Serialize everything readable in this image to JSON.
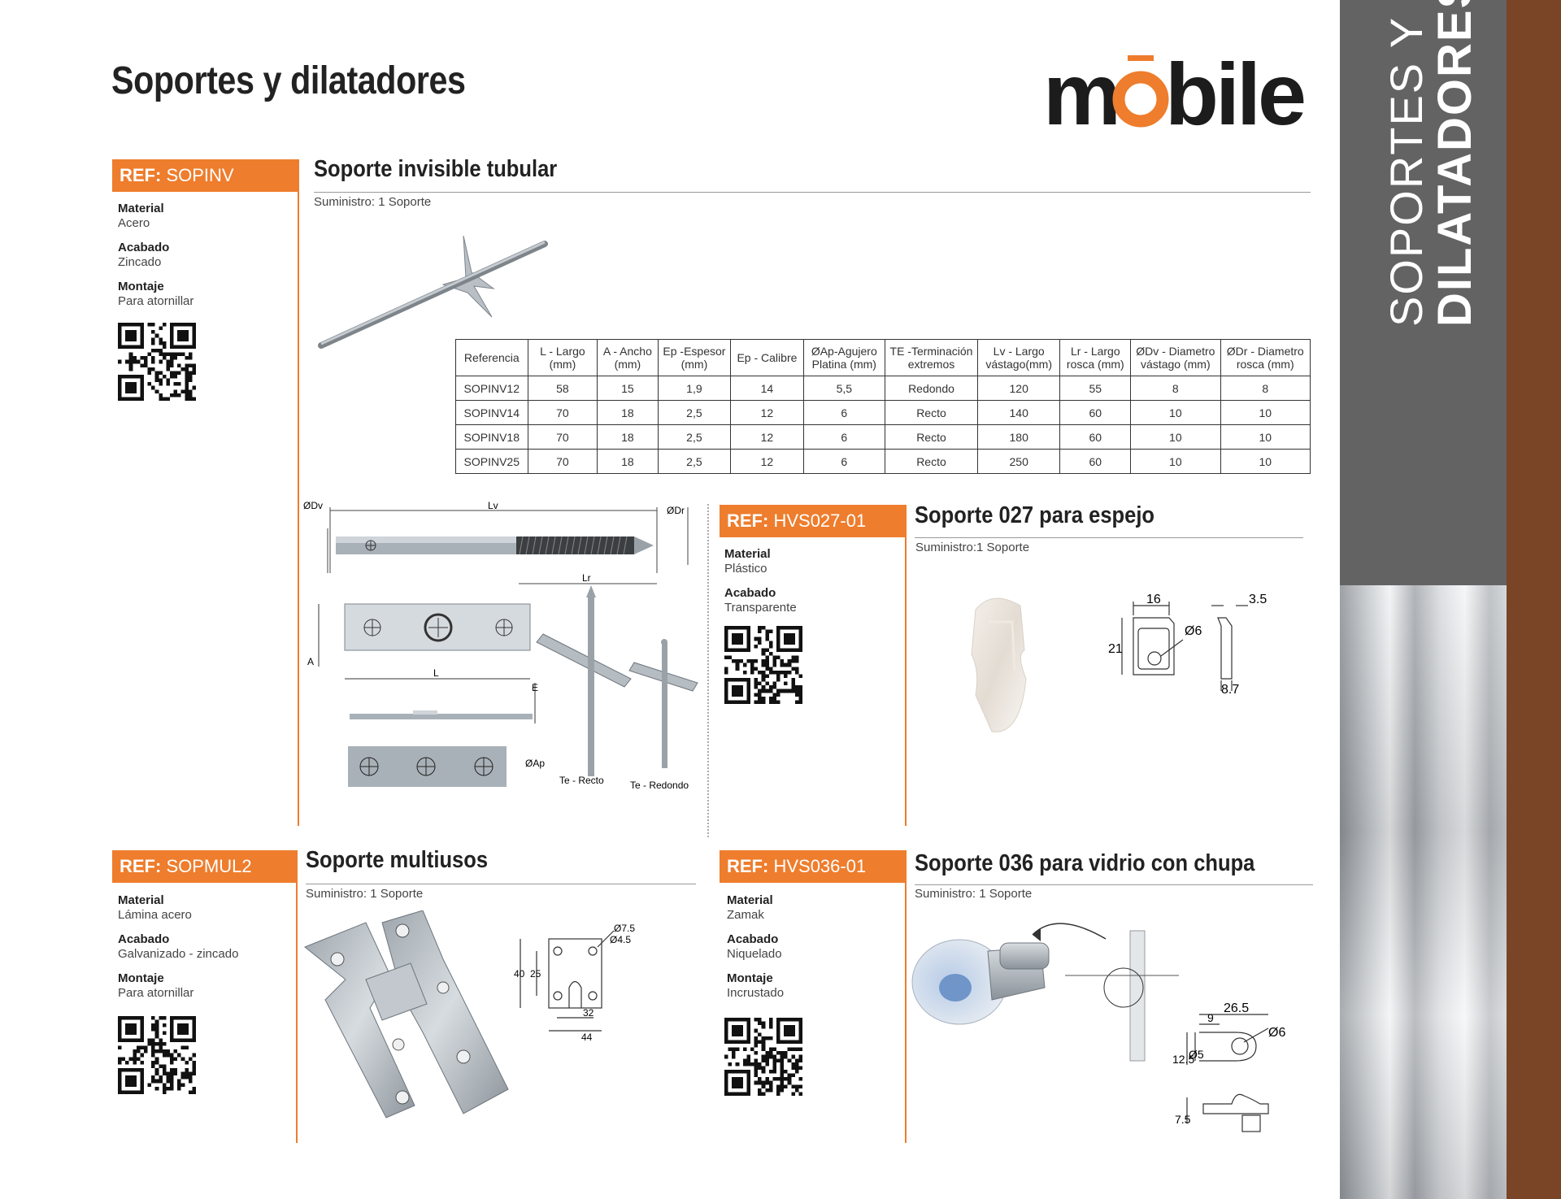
{
  "page": {
    "title": "Soportes y dilatadores",
    "brand": "mobile",
    "side_label_line1": "SOPORTES Y",
    "side_label_line2": "DILATADORES"
  },
  "products": [
    {
      "ref_label": "REF:",
      "ref": "SOPINV",
      "title": "Soporte invisible tubular",
      "supply": "Suministro: 1 Soporte",
      "specs": [
        {
          "key": "Material",
          "value": "Acero"
        },
        {
          "key": "Acabado",
          "value": "Zincado"
        },
        {
          "key": "Montaje",
          "value": "Para atornillar"
        }
      ]
    },
    {
      "ref_label": "REF:",
      "ref": "HVS027-01",
      "title": "Soporte 027 para espejo",
      "supply": "Suministro:1 Soporte",
      "specs": [
        {
          "key": "Material",
          "value": "Plástico"
        },
        {
          "key": "Acabado",
          "value": "Transparente"
        }
      ]
    },
    {
      "ref_label": "REF:",
      "ref": "SOPMUL2",
      "title": "Soporte multiusos",
      "supply": "Suministro: 1 Soporte",
      "specs": [
        {
          "key": "Material",
          "value": "Lámina  acero"
        },
        {
          "key": "Acabado",
          "value": "Galvanizado - zincado"
        },
        {
          "key": "Montaje",
          "value": "Para atornillar"
        }
      ]
    },
    {
      "ref_label": "REF:",
      "ref": "HVS036-01",
      "title": "Soporte 036 para vidrio con chupa",
      "supply": "Suministro: 1 Soporte",
      "specs": [
        {
          "key": "Material",
          "value": "Zamak"
        },
        {
          "key": "Acabado",
          "value": "Niquelado"
        },
        {
          "key": "Montaje",
          "value": "Incrustado"
        }
      ]
    }
  ],
  "table": {
    "headers": [
      [
        "Referencia",
        ""
      ],
      [
        "L - Largo",
        "(mm)"
      ],
      [
        "A - Ancho",
        "(mm)"
      ],
      [
        "Ep -Espesor",
        "(mm)"
      ],
      [
        "Ep - Calibre",
        ""
      ],
      [
        "ØAp-Agujero",
        "Platina (mm)"
      ],
      [
        "TE -Terminación",
        "extremos"
      ],
      [
        "Lv - Largo",
        "vástago(mm)"
      ],
      [
        "Lr - Largo",
        "rosca (mm)"
      ],
      [
        "ØDv - Diametro",
        "vástago (mm)"
      ],
      [
        "ØDr - Diametro",
        "rosca (mm)"
      ]
    ],
    "rows": [
      [
        "SOPINV12",
        "58",
        "15",
        "1,9",
        "14",
        "5,5",
        "Redondo",
        "120",
        "55",
        "8",
        "8"
      ],
      [
        "SOPINV14",
        "70",
        "18",
        "2,5",
        "12",
        "6",
        "Recto",
        "140",
        "60",
        "10",
        "10"
      ],
      [
        "SOPINV18",
        "70",
        "18",
        "2,5",
        "12",
        "6",
        "Recto",
        "180",
        "60",
        "10",
        "10"
      ],
      [
        "SOPINV25",
        "70",
        "18",
        "2,5",
        "12",
        "6",
        "Recto",
        "250",
        "60",
        "10",
        "10"
      ]
    ]
  },
  "drawings": {
    "sopinv": {
      "dv": "ØDv",
      "lv": "Lv",
      "dr": "ØDr",
      "lr": "Lr",
      "a": "A",
      "l": "L",
      "e": "E",
      "ap": "ØAp",
      "te_recto": "Te - Recto",
      "te_redondo": "Te - Redondo"
    },
    "hvs027": {
      "d16": "16",
      "d35": "3.5",
      "d21": "21",
      "d6": "Ø6",
      "d87": "8.7"
    },
    "sopmul2": {
      "d75": "Ø7.5",
      "d45": "Ø4.5",
      "d40": "40",
      "d25": "25",
      "d32": "32",
      "d44": "44"
    },
    "hvs036": {
      "d265": "26.5",
      "d9": "9",
      "d6": "Ø6",
      "d125": "12.5",
      "d5": "Ø5",
      "d75": "7.5"
    }
  },
  "colors": {
    "accent": "#ee7d2d",
    "band_gray": "#636363",
    "band_brown": "#7a4427"
  }
}
